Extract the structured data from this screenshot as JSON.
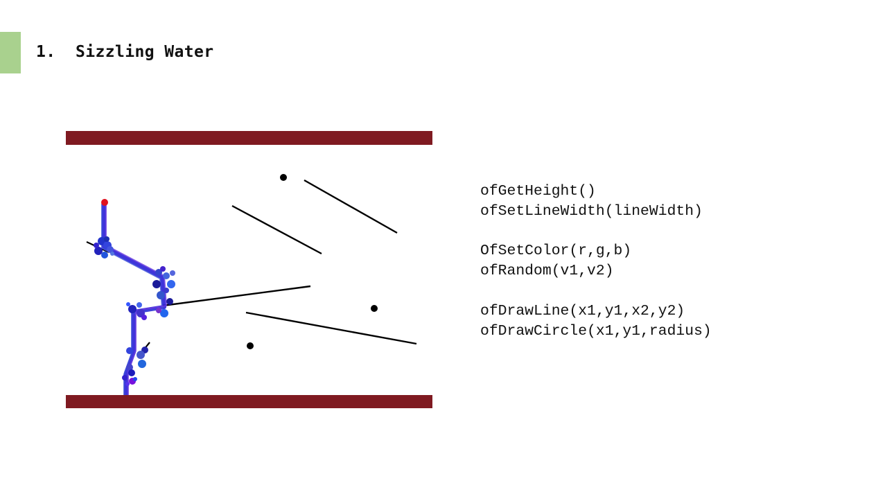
{
  "slide": {
    "title": "1.  Sizzling Water",
    "accent_color": "#a9d18e",
    "band_color": "#7f1a21"
  },
  "code_lines": [
    "ofGetHeight()",
    "ofSetLineWidth(lineWidth)",
    "",
    "OfSetColor(r,g,b)",
    "ofRandom(v1,v2)",
    "",
    "ofDrawLine(x1,y1,x2,y2)",
    "ofDrawCircle(x1,y1,radius)"
  ]
}
